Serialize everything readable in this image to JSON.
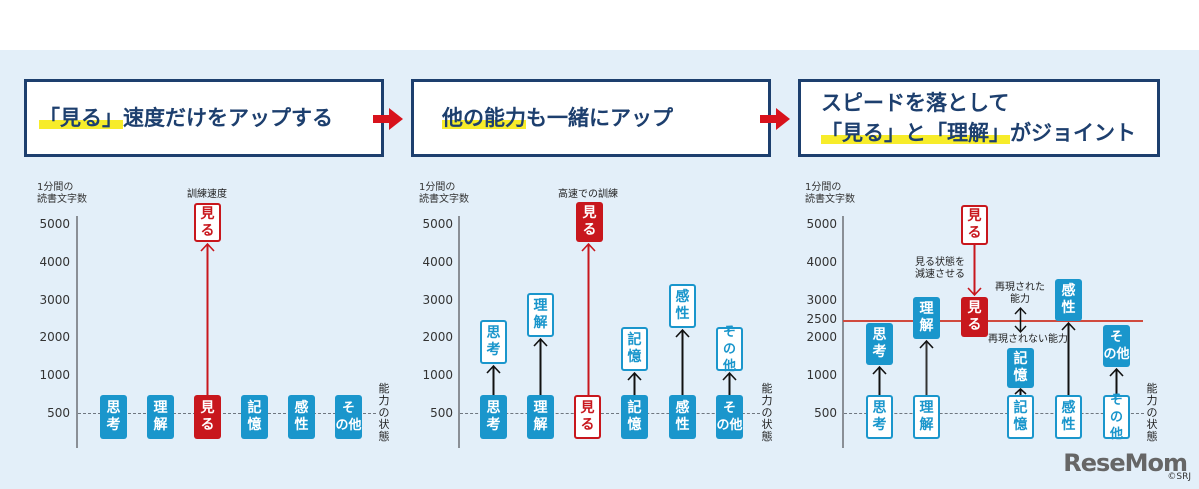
{
  "colors": {
    "background": "#e3eff9",
    "title_border": "#1d3f6e",
    "title_text": "#1d3f6e",
    "highlight": "#f7ec2a",
    "ability_blue": "#1a96cc",
    "see_red": "#c8171d",
    "arrow_red": "#d8121c"
  },
  "panels": [
    {
      "title_highlight": "「見る」",
      "title_rest": "速度だけをアップする",
      "y_label": [
        "1分間の",
        "読書文字数"
      ],
      "top_note": "訓練速度",
      "x_label": "能力の状態"
    },
    {
      "title_highlight": "他の能力",
      "title_rest": "も一緒にアップ",
      "y_label": [
        "1分間の",
        "読書文字数"
      ],
      "top_note": "高速での訓練",
      "x_label": "能力の状態"
    },
    {
      "title_line1": "スピードを落として",
      "title_highlight": "「見る」と「理解」",
      "title_rest": "がジョイント",
      "y_label": [
        "1分間の",
        "読書文字数"
      ],
      "note_slow": [
        "見る状態を",
        "減速させる"
      ],
      "note_reproduced": [
        "再現された",
        "能力"
      ],
      "note_not_reproduced": "再現されない能力",
      "x_label": "能力の状態"
    }
  ],
  "y_ticks": [
    "5000",
    "4000",
    "3000",
    "2000",
    "1000",
    "500"
  ],
  "y_ticks_panel3": [
    "5000",
    "4000",
    "3000",
    "2500",
    "2000",
    "1000",
    "500"
  ],
  "abilities": [
    [
      "思",
      "考"
    ],
    [
      "理",
      "解"
    ],
    [
      "見",
      "る"
    ],
    [
      "記",
      "憶"
    ],
    [
      "感",
      "性"
    ],
    [
      "そ",
      "の他"
    ]
  ],
  "ability_names": [
    "思考",
    "理解",
    "見る",
    "記憶",
    "感性",
    "その他"
  ],
  "chart_data": [
    {
      "type": "diagram",
      "title": "「見る」速度だけをアップする",
      "ylabel": "1分間の読書文字数",
      "xlabel": "能力の状態",
      "ylim": [
        0,
        5000
      ],
      "baseline": 500,
      "categories": [
        "思考",
        "理解",
        "見る",
        "記憶",
        "感性",
        "その他"
      ],
      "values": [
        500,
        500,
        4700,
        500,
        500,
        500
      ],
      "annotation": "訓練速度"
    },
    {
      "type": "diagram",
      "title": "他の能力も一緒にアップ",
      "ylabel": "1分間の読書文字数",
      "xlabel": "能力の状態",
      "ylim": [
        0,
        5000
      ],
      "baseline": 500,
      "categories": [
        "思考",
        "理解",
        "見る",
        "記憶",
        "感性",
        "その他"
      ],
      "values": [
        2100,
        2600,
        4700,
        1600,
        2800,
        1600
      ],
      "annotation": "高速での訓練"
    },
    {
      "type": "diagram",
      "title": "スピードを落として「見る」と「理解」がジョイント",
      "ylabel": "1分間の読書文字数",
      "xlabel": "能力の状態",
      "ylim": [
        0,
        5000
      ],
      "baseline": 500,
      "threshold": 2500,
      "categories": [
        "思考",
        "理解",
        "見る",
        "記憶",
        "感性",
        "その他"
      ],
      "values": [
        1800,
        2400,
        2500,
        1100,
        2800,
        1500
      ],
      "annotations": [
        "見る状態を減速させる",
        "再現された能力",
        "再現されない能力"
      ]
    }
  ],
  "watermark": "ReseMom",
  "copyright": "©SRJ"
}
